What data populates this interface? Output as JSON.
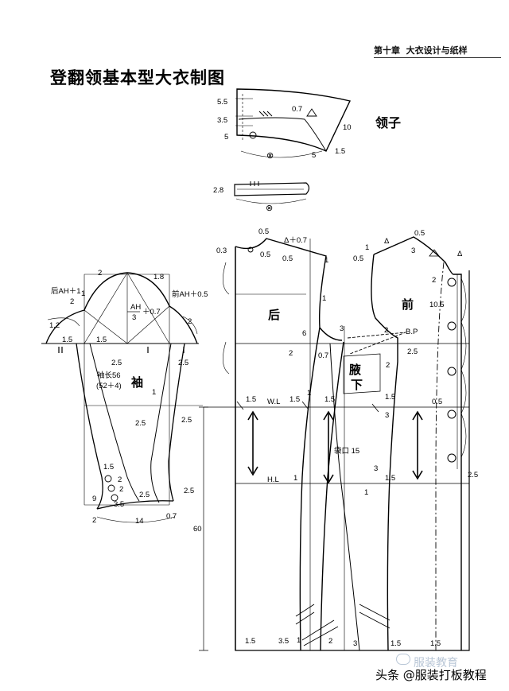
{
  "header": {
    "chapter": "第十章",
    "section": "大衣设计与纸样"
  },
  "title": "登翻领基本型大衣制图",
  "collar": {
    "label": "领子",
    "dims": {
      "a": "5.5",
      "b": "0.7",
      "c": "3.5",
      "d": "5",
      "e": "10",
      "f": "5",
      "g": "1.5",
      "h": "2.8"
    }
  },
  "sleeve": {
    "label": "袖",
    "length_label": "袖长56",
    "length_formula": "(52＋4)",
    "back_ah": "后AH＋1",
    "front_ah": "前AH＋0.5",
    "ah_top": "AH",
    "ah_plus": "＋0.7",
    "ah_den": "3",
    "dims": {
      "d2a": "2",
      "d18": "1.8",
      "d1": "1",
      "d2b": "2",
      "d12": "1.2",
      "d15a": "1.5",
      "d15b": "1.5",
      "d25a": "2.5",
      "d25b": "2.5",
      "d1b": "1",
      "d25c": "2.5",
      "d25d": "2.5",
      "d15c": "1.5",
      "dd2a": "2",
      "dd2b": "2",
      "d9": "9",
      "d35": "3.5",
      "d25e": "2.5",
      "d25f": "2.5",
      "d2c": "2",
      "d14": "14",
      "d07": "0.7"
    }
  },
  "body": {
    "back_label": "后",
    "front_label": "前",
    "side_label_top": "腋",
    "side_label_bottom": "下",
    "waist_line": "W.L",
    "hip_line": "H.L",
    "bp": "B.P",
    "pocket": "袋口 15",
    "length": "60",
    "back_dims": {
      "n05a": "0.5",
      "tri07": "Δ＋0.7",
      "n03": "0.3",
      "n05b": "0.5",
      "n1a": "1",
      "n1b": "1",
      "n6": "6",
      "n07": "0.7",
      "n2a": "2",
      "n1c": "1",
      "n15a": "1.5",
      "n15b": "1.5",
      "n1d": "1",
      "n15c": "1.5",
      "n35": "3.5",
      "n2b": "2",
      "n15d": "1.5",
      "n1e": "1"
    },
    "front_dims": {
      "n1a": "1",
      "tri": "Δ",
      "n05a": "0.5",
      "n05b": "0.5",
      "n3a": "3",
      "tri2": "Δ",
      "n2a": "2",
      "n105": "10.5",
      "n3b": "3",
      "n2b": "2",
      "n25a": "2.5",
      "n2c": "2",
      "n15a": "1.5",
      "n3c": "3",
      "n05c": "0.5",
      "n3d": "3",
      "n15b": "1.5",
      "n1b": "1",
      "n25b": "2.5",
      "n3e": "3",
      "n15c": "1.5",
      "n15d": "1.5"
    }
  },
  "watermark": {
    "main": "头条 @服装打板教程",
    "faint": "服装教育"
  }
}
